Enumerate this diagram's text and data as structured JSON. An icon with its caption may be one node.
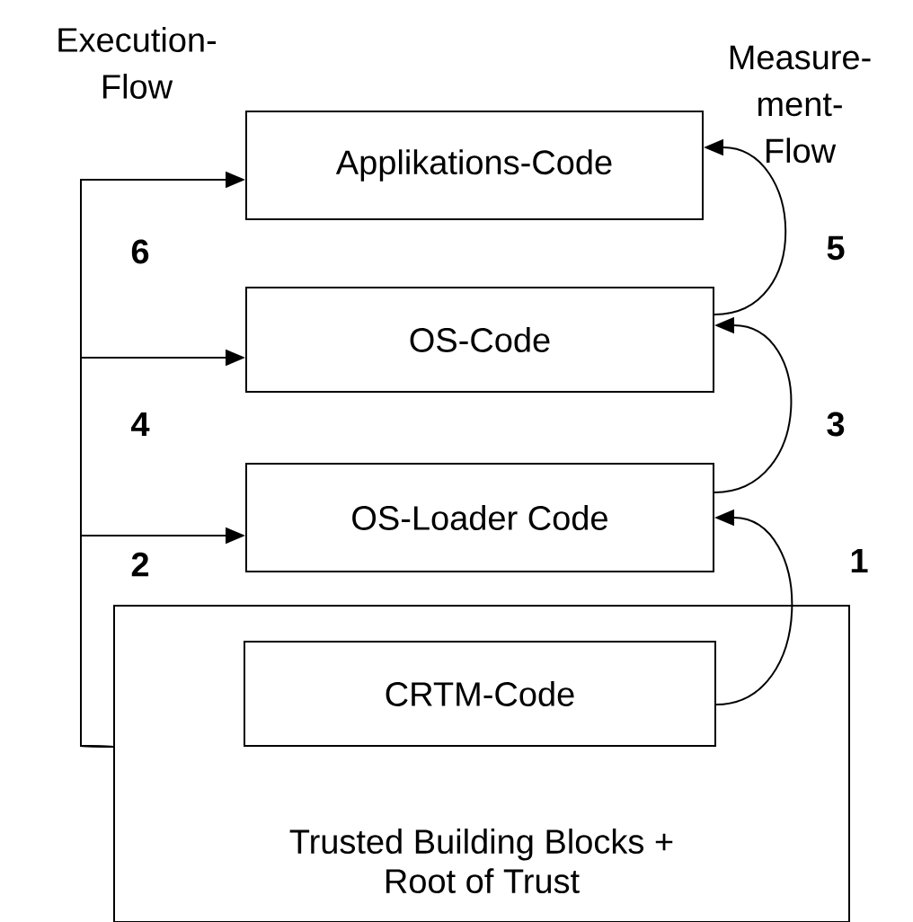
{
  "diagram": {
    "nodes": [
      {
        "text": [
          "Applikations-Code"
        ]
      },
      {
        "text": [
          "OS-Code"
        ]
      },
      {
        "text": [
          "OS-Loader Code"
        ]
      },
      {
        "text": [
          "Trusted Building Blocks + Root of Trust"
        ]
      },
      {
        "text": [
          "CRTM-Code"
        ],
        "in": 3
      }
    ],
    "edges": [
      {
        "from": 4,
        "to": 2,
        "arrow": "to",
        "label": "1"
      },
      {
        "from": 3,
        "to": 2,
        "arrow": "to",
        "label": "2"
      },
      {
        "from": 2,
        "to": 1,
        "arrow": "to",
        "label": "3"
      },
      {
        "from": 3,
        "to": 1,
        "arrow": "to",
        "label": "4"
      },
      {
        "from": 1,
        "to": 0,
        "arrow": "to",
        "label": "5"
      },
      {
        "from": 3,
        "to": 0,
        "arrow": "to",
        "label": "6"
      }
    ],
    "labels": [
      "Execution- Flow",
      "Measure- ment- Flow"
    ]
  }
}
